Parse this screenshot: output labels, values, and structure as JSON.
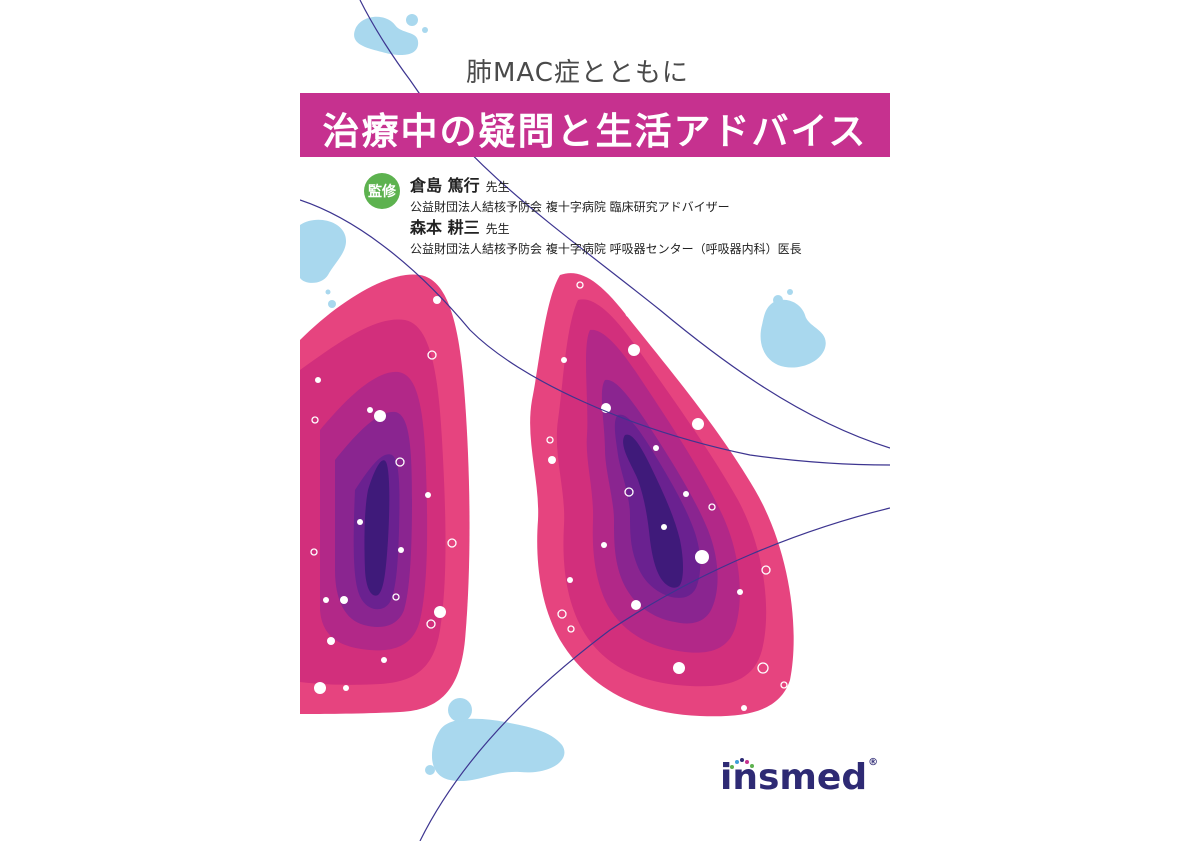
{
  "cover": {
    "subtitle": "肺MAC症とともに",
    "title": "治療中の疑問と生活アドバイス",
    "supervision_label": "監修",
    "supervisors": [
      {
        "name": "倉島 篤行",
        "honorific": "先生",
        "affiliation": "公益財団法人結核予防会 複十字病院 臨床研究アドバイザー"
      },
      {
        "name": "森本 耕三",
        "honorific": "先生",
        "affiliation": "公益財団法人結核予防会 複十字病院 呼吸器センター（呼吸器内科）医長"
      }
    ],
    "logo": {
      "name": "insmed",
      "mark": "®"
    }
  },
  "colors": {
    "title_band": "#c6318f",
    "badge": "#5db24f",
    "lung_outer": "#e6447f",
    "lung_inner": "#5b1f8a",
    "blob": "#a9d8ee",
    "line": "#3d3590"
  }
}
